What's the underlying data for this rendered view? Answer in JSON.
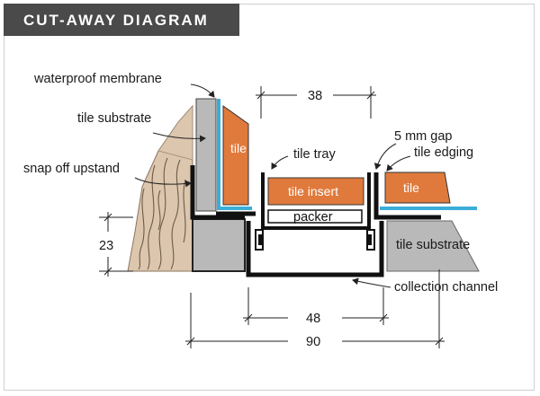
{
  "header": {
    "title": "CUT-AWAY DIAGRAM"
  },
  "labels": {
    "waterproof_membrane": "waterproof membrane",
    "tile_substrate_left": "tile substrate",
    "snap_off_upstand": "snap off upstand",
    "tile_left": "tile",
    "tile_tray": "tile tray",
    "gap": "5 mm gap",
    "tile_edging": "tile edging",
    "tile_insert": "tile insert",
    "packer": "packer",
    "tile_right": "tile",
    "tile_substrate_right": "tile substrate",
    "collection_channel": "collection channel"
  },
  "dimensions": {
    "top_width": "38",
    "left_height": "23",
    "channel_width": "48",
    "overall_width": "90"
  },
  "colors": {
    "tile": "#e07a3c",
    "membrane": "#3aaed8",
    "substrate": "#b9b9b9",
    "wood": "#dcc6ae",
    "profile": "#111111",
    "title_bar": "#4a4a4a"
  }
}
